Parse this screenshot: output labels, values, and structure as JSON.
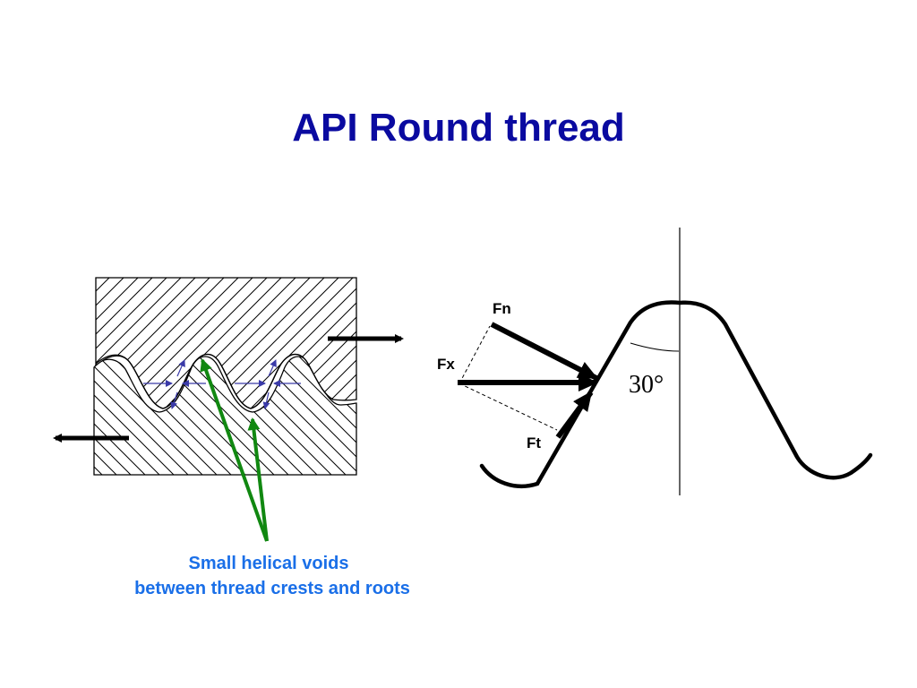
{
  "title": "API Round thread",
  "labels": {
    "fn": "Fn",
    "fx": "Fx",
    "ft": "Ft",
    "angle": "30°"
  },
  "caption": {
    "line1": "Small helical voids",
    "line2": "between thread crests and roots"
  },
  "colors": {
    "title": "#0a0aa0",
    "caption": "#1a6fe8",
    "pointer_arrows": "#118811",
    "small_arrows": "#3a3aa8"
  }
}
